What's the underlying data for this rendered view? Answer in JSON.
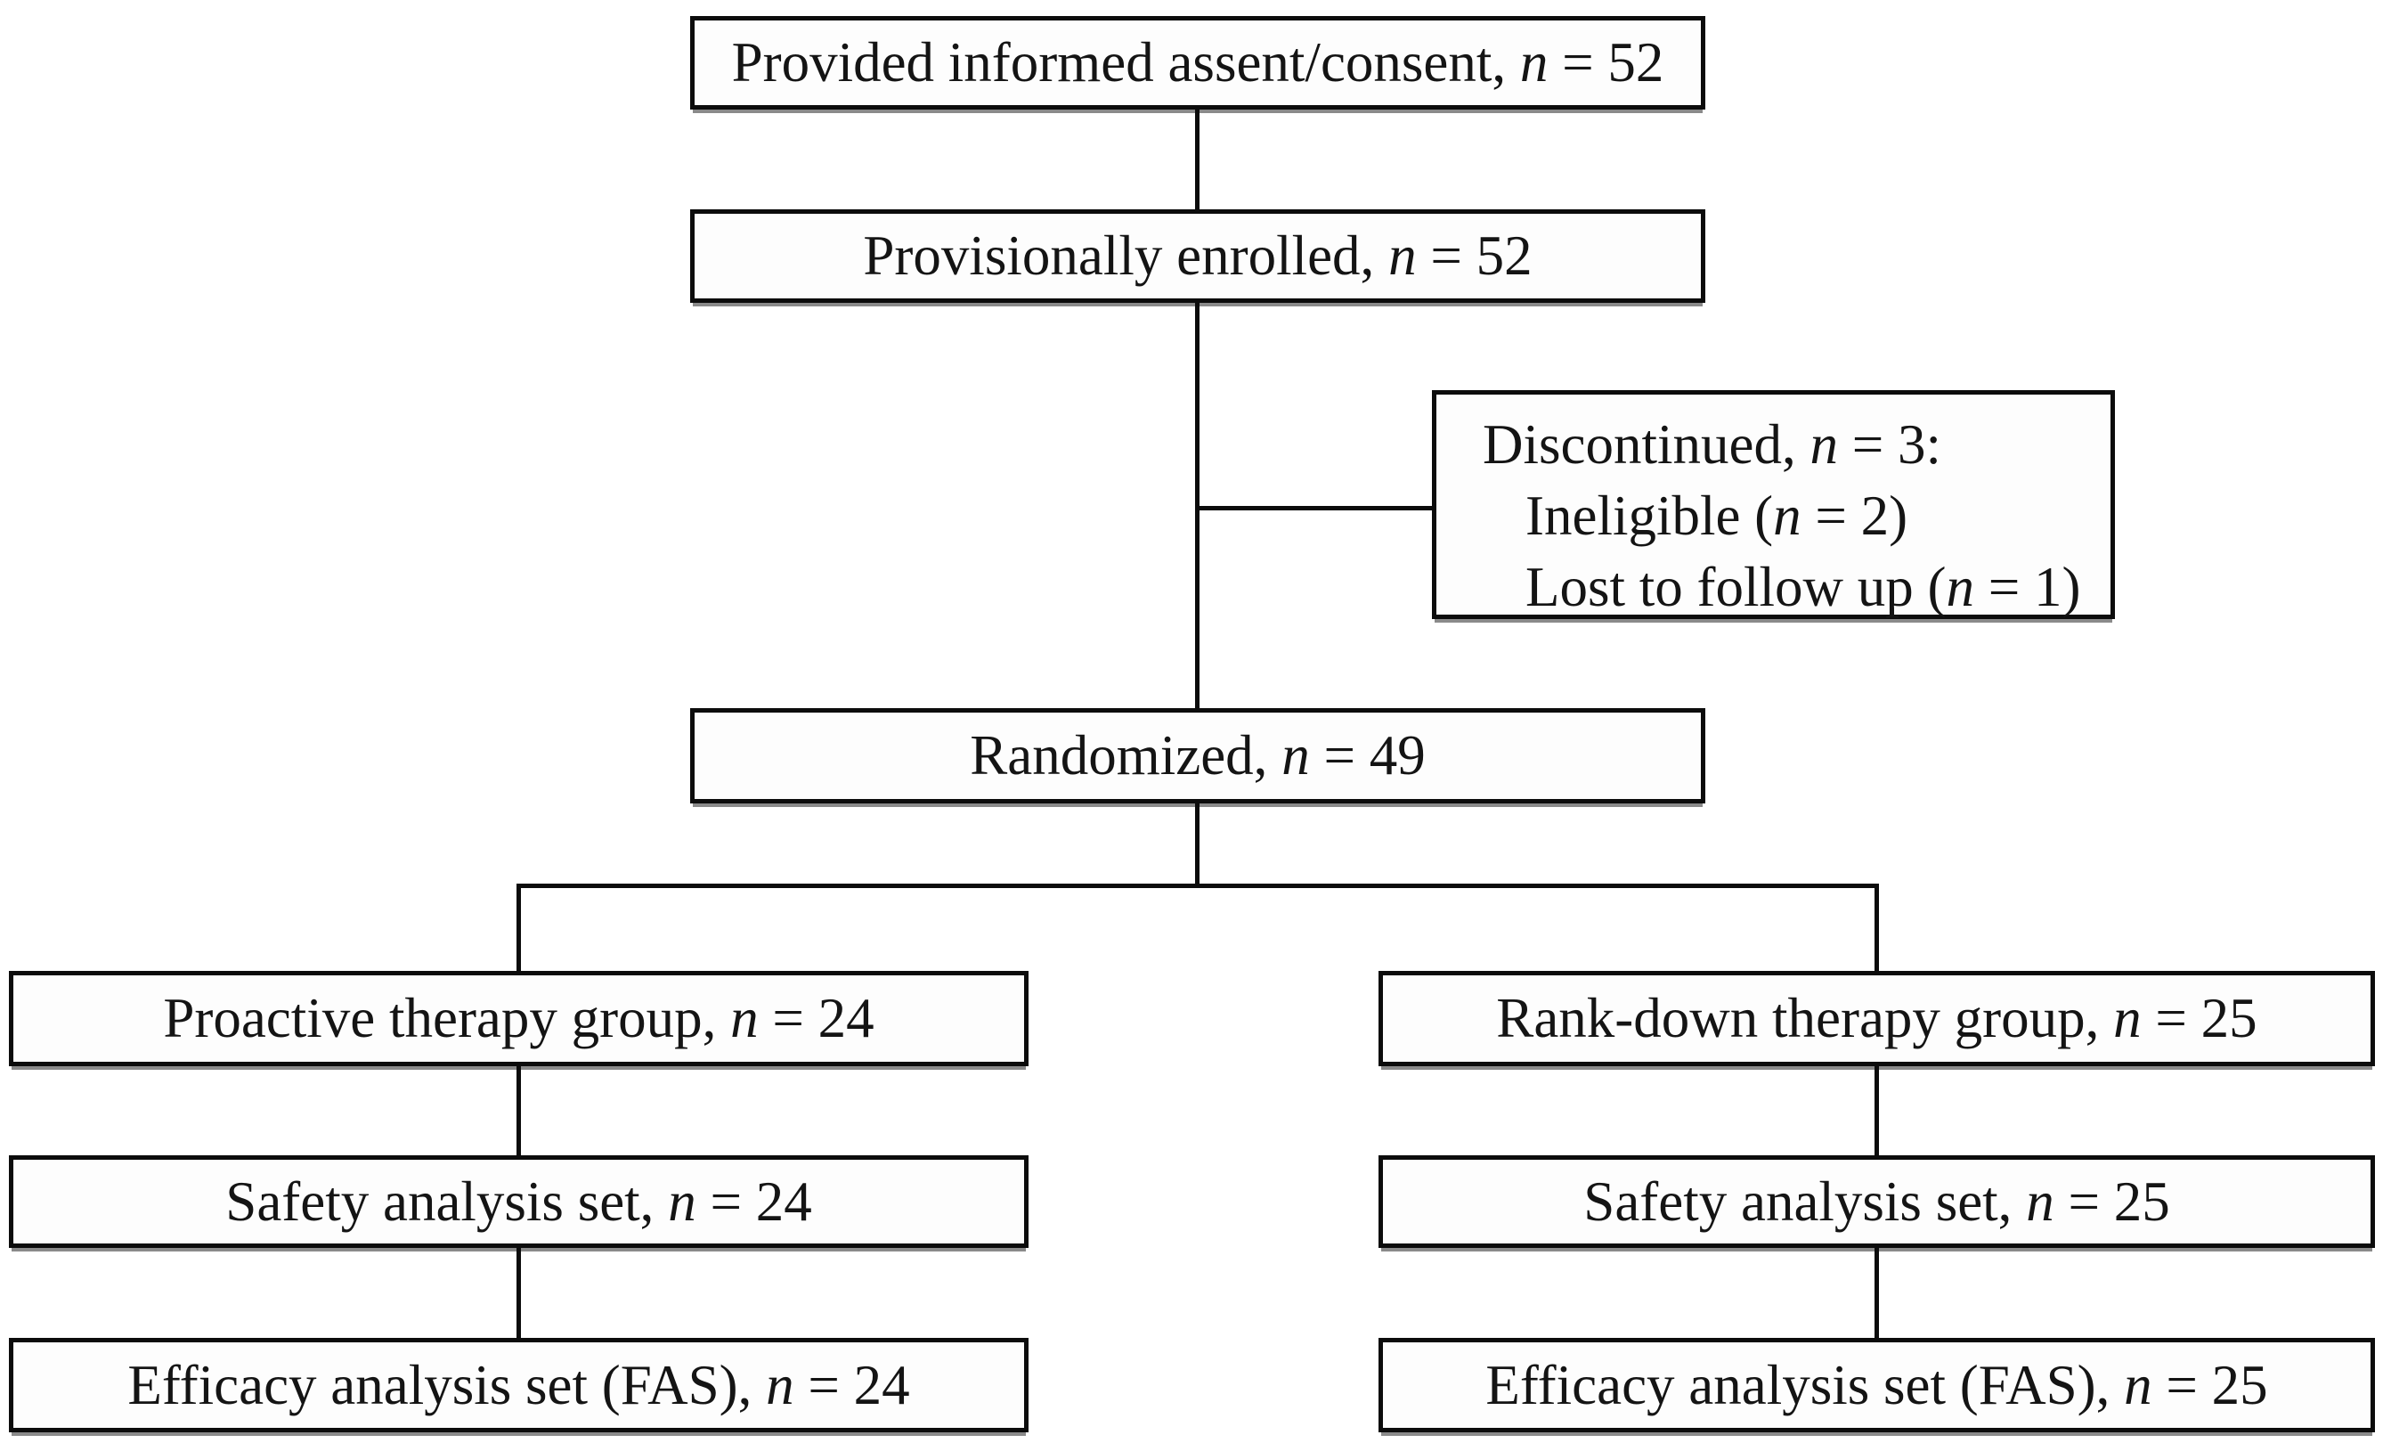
{
  "diagram": {
    "colors": {
      "background": "#ffffff",
      "box_fill": "#fdfdfd",
      "border": "#0c0c0c",
      "text": "#141414",
      "shadow": "#8a8a8a"
    },
    "nodes": {
      "consent": {
        "pre": "Provided informed assent/consent, ",
        "n": "n",
        "post": " = 52"
      },
      "enrolled": {
        "pre": "Provisionally enrolled, ",
        "n": "n",
        "post": " = 52"
      },
      "discontinued": {
        "title": {
          "pre": "Discontinued, ",
          "n": "n",
          "post": " = 3:"
        },
        "reasons": [
          {
            "pre": "Ineligible (",
            "n": "n",
            "post": " = 2)"
          },
          {
            "pre": "Lost to follow up (",
            "n": "n",
            "post": " = 1)"
          }
        ]
      },
      "randomized": {
        "pre": "Randomized, ",
        "n": "n",
        "post": " = 49"
      },
      "proactive_group": {
        "pre": "Proactive therapy group, ",
        "n": "n",
        "post": " = 24"
      },
      "rankdown_group": {
        "pre": "Rank-down therapy group, ",
        "n": "n",
        "post": " = 25"
      },
      "proactive_safety": {
        "pre": "Safety analysis set, ",
        "n": "n",
        "post": " = 24"
      },
      "rankdown_safety": {
        "pre": "Safety analysis set, ",
        "n": "n",
        "post": " = 25"
      },
      "proactive_efficacy": {
        "pre": "Efficacy analysis set (FAS), ",
        "n": "n",
        "post": " = 24"
      },
      "rankdown_efficacy": {
        "pre": "Efficacy analysis set (FAS), ",
        "n": "n",
        "post": " = 25"
      }
    }
  }
}
